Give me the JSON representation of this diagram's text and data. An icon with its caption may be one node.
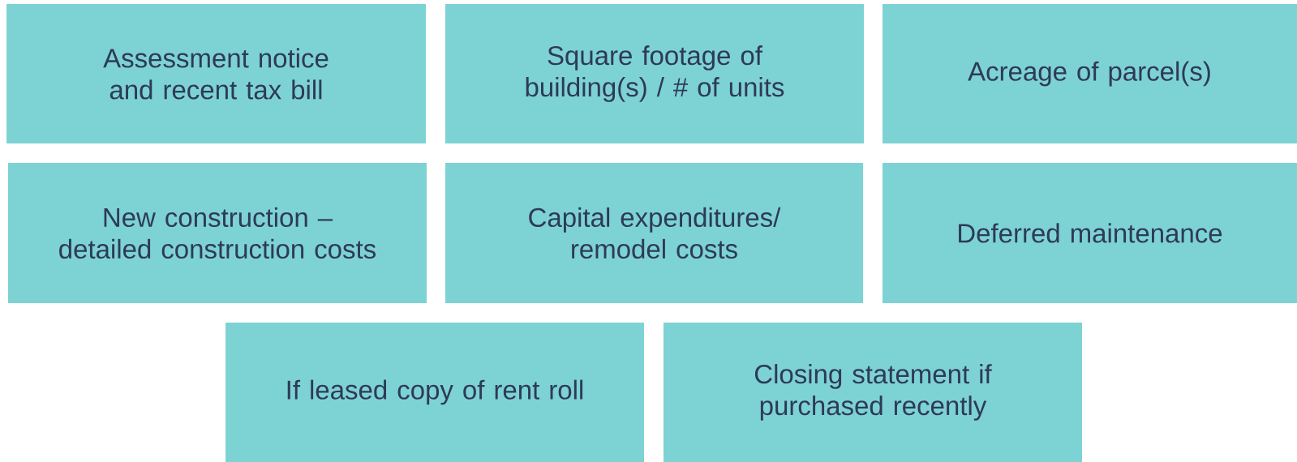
{
  "diagram": {
    "nodes": [
      {
        "text": [
          "Assessment notice and recent tax bill"
        ]
      },
      {
        "text": [
          "Square footage of building(s) / # of units"
        ]
      },
      {
        "text": [
          "Acreage of parcel(s)"
        ]
      },
      {
        "text": [
          "New construction – detailed construction costs"
        ]
      },
      {
        "text": [
          "Capital expenditures/ remodel costs"
        ]
      },
      {
        "text": [
          "Deferred maintenance"
        ]
      },
      {
        "text": [
          "If leased copy of rent roll"
        ]
      },
      {
        "text": [
          "Closing statement if purchased recently"
        ]
      }
    ]
  }
}
